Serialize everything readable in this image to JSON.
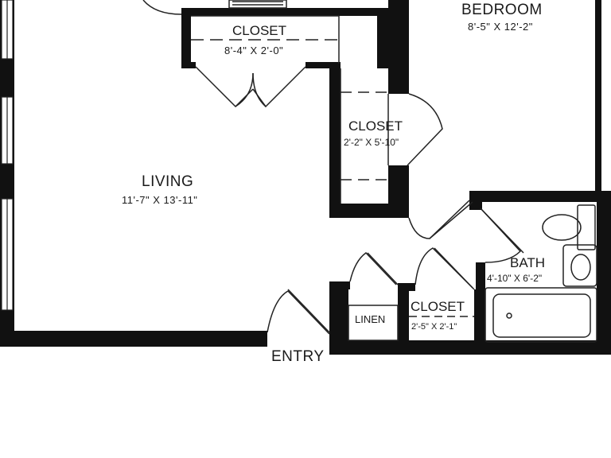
{
  "rooms": {
    "bedroom": {
      "name": "BEDROOM",
      "dims": "8'-5\" X 12'-2\""
    },
    "living": {
      "name": "LIVING",
      "dims": "11'-7\" X 13'-11\""
    },
    "closet_top": {
      "name": "CLOSET",
      "dims": "8'-4\" X 2'-0\""
    },
    "closet_mid": {
      "name": "CLOSET",
      "dims": "2'-2\" X 5'-10\""
    },
    "closet_bottom": {
      "name": "CLOSET",
      "dims": "2'-5\" X 2'-1\""
    },
    "bath": {
      "name": "BATH",
      "dims": "4'-10\" X 6'-2\""
    },
    "linen": {
      "name": "LINEN"
    },
    "entry": {
      "name": "ENTRY"
    }
  },
  "colors": {
    "wall": "#111111",
    "line": "#222222",
    "background": "#ffffff"
  }
}
